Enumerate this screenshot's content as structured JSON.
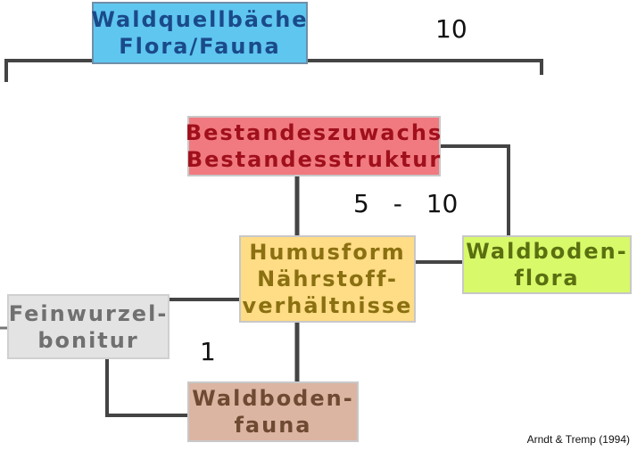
{
  "boxes": {
    "waldquell": {
      "line1": "Waldquellbäche",
      "line2": "Flora/Fauna",
      "fill": "#5fc6f0",
      "text_color": "#1a4a8a"
    },
    "bestand": {
      "line1": "Bestandeszuwachs",
      "line2": "Bestandesstruktur",
      "fill": "#f07a80",
      "text_color": "#a0101c"
    },
    "humus": {
      "line1": "Humusform",
      "line2": "Nährstoff-",
      "line3": "verhältnisse",
      "fill": "#ffdc86",
      "text_color": "#8a7010"
    },
    "waldflora": {
      "line1": "Waldboden-",
      "line2": "flora",
      "fill": "#d8f96a",
      "text_color": "#5a7010"
    },
    "feinwurzel": {
      "line1": "Feinwurzel-",
      "line2": "bonitur",
      "fill": "#e3e3e3",
      "text_color": "#707070"
    },
    "waldfauna": {
      "line1": "Waldboden-",
      "line2": "fauna",
      "fill": "#dcb4a2",
      "text_color": "#6e4a32"
    }
  },
  "numbers": {
    "top": "10",
    "middle": "5 - 10",
    "bottom": "1"
  },
  "credit": "Arndt & Tremp (1994)"
}
